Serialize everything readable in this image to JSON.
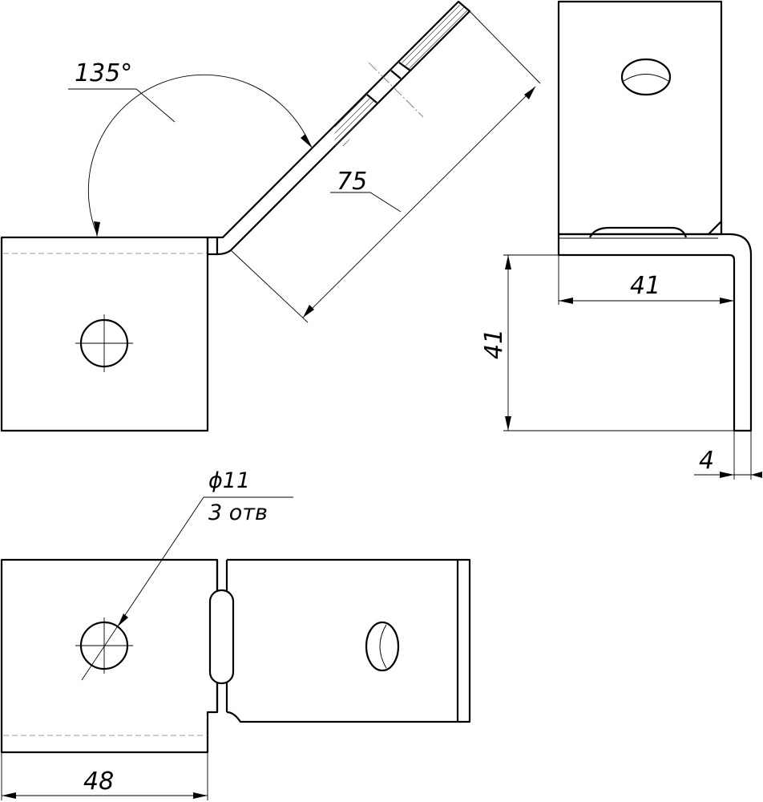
{
  "dimensions": {
    "angle": "135°",
    "bent_leg_length": "75",
    "width": "41",
    "height": "41",
    "thickness": "4",
    "hole_diameter": "ϕ11",
    "hole_count": "3 отв",
    "flat_length": "48"
  }
}
